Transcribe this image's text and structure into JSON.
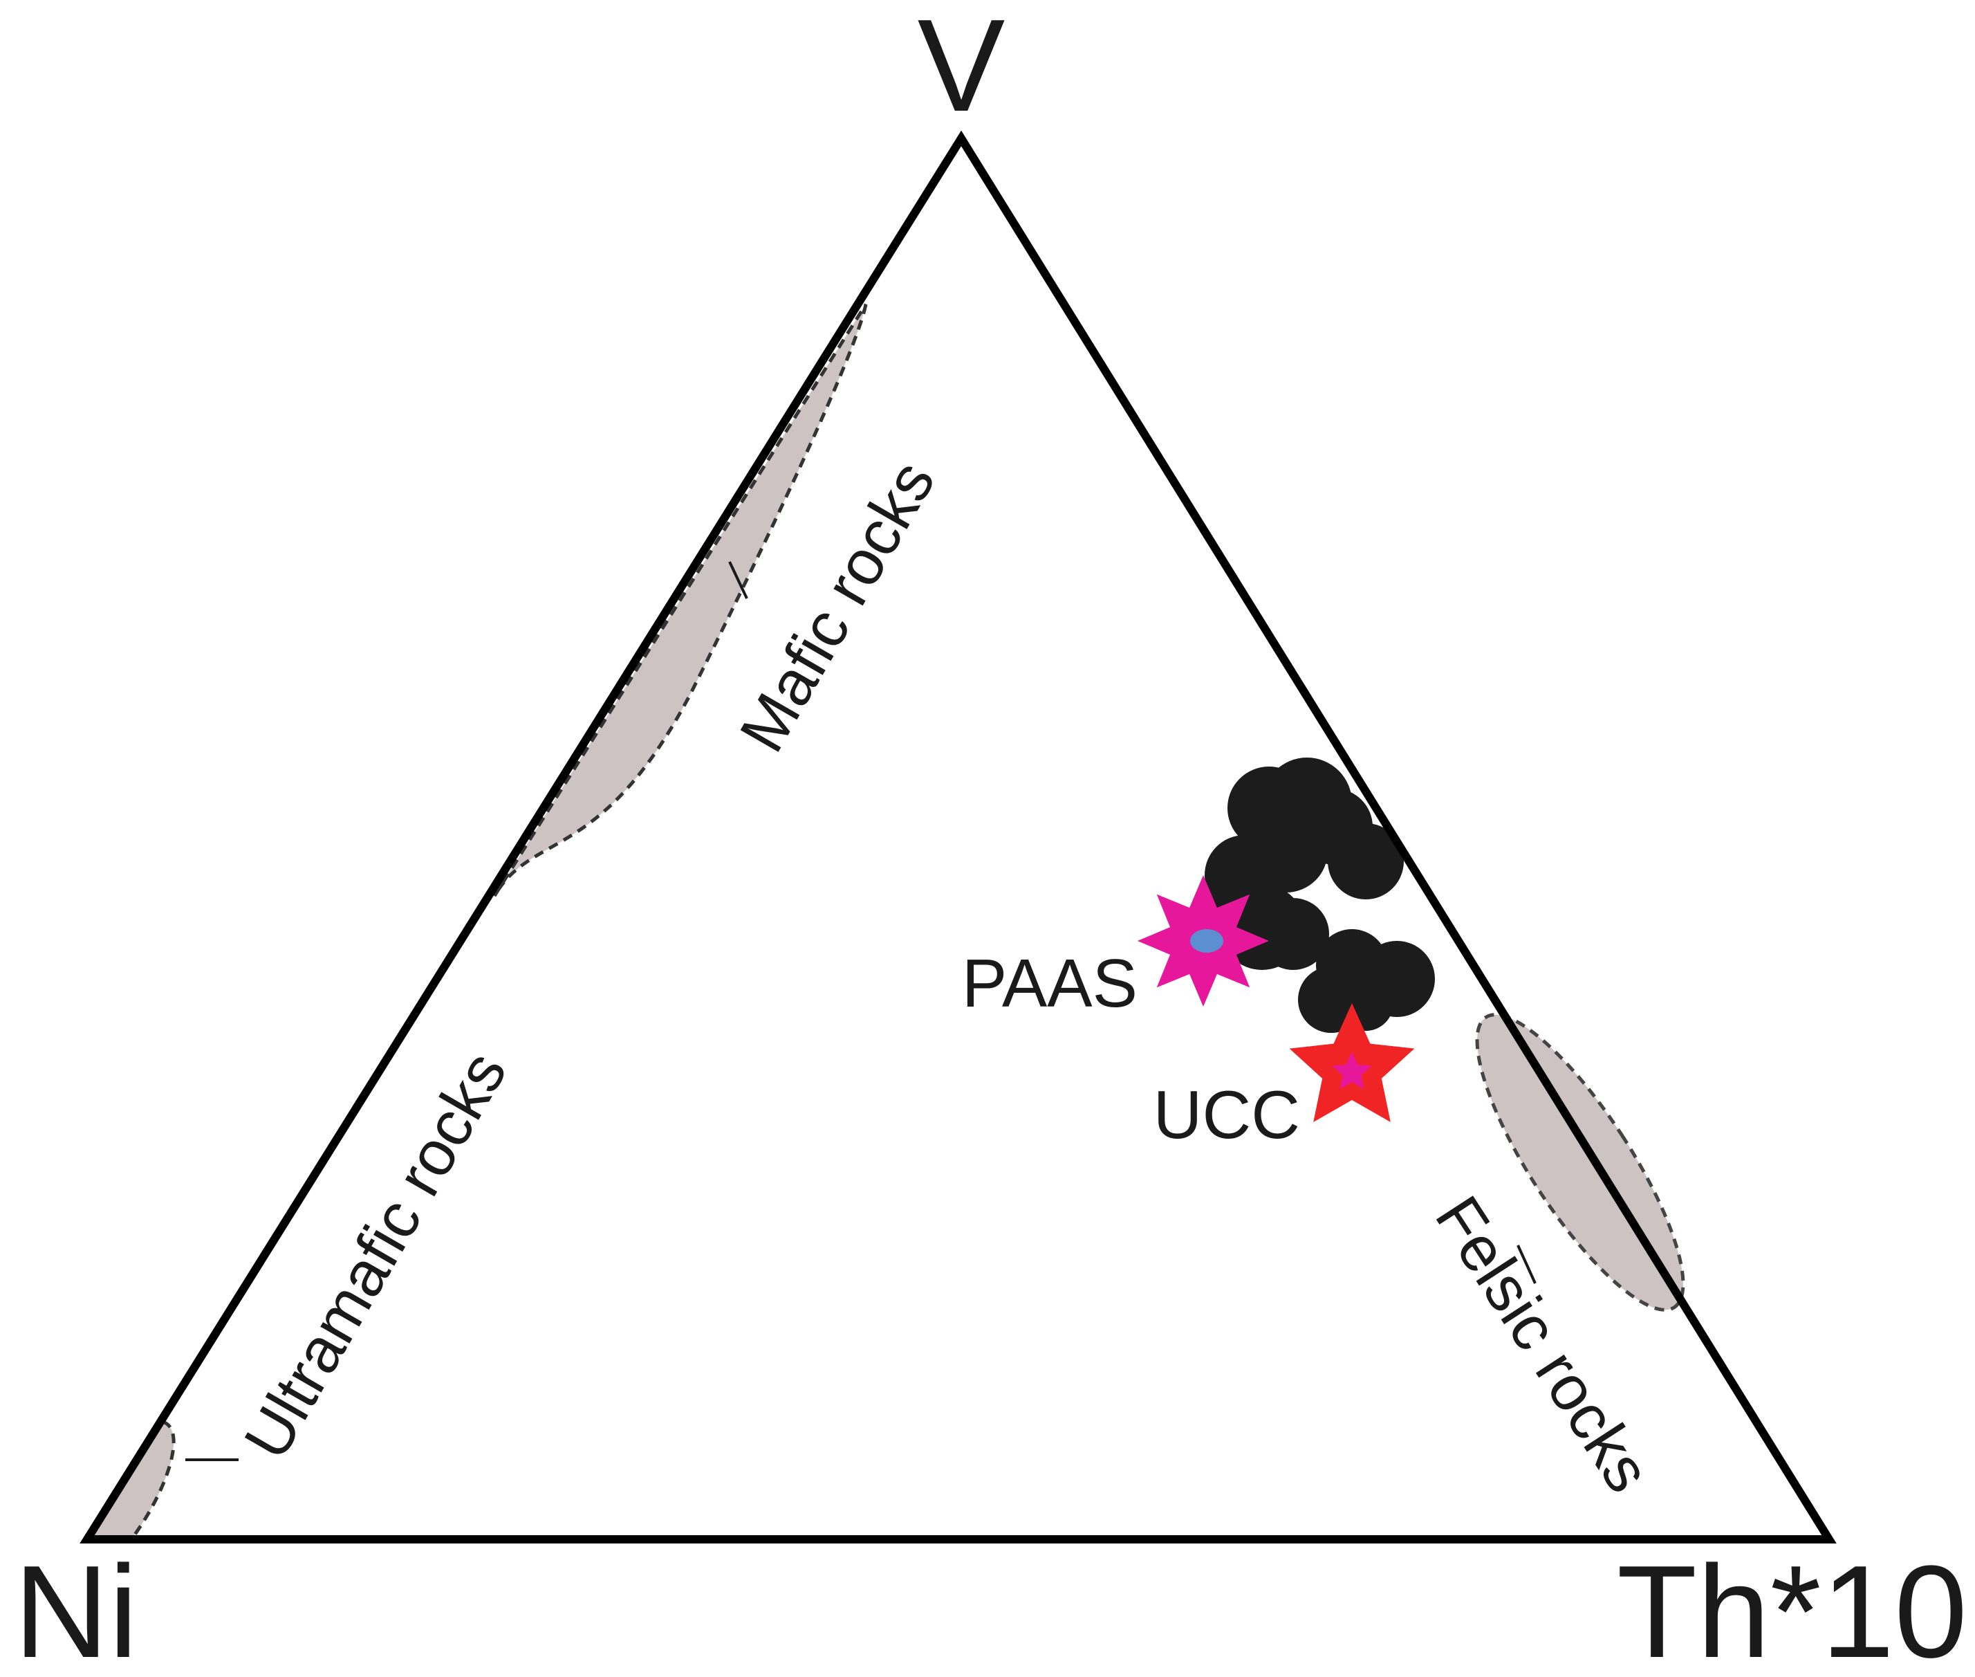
{
  "chart_data": {
    "type": "ternary",
    "apex_labels": {
      "top": "V",
      "left": "Ni",
      "right": "Th*10"
    },
    "fields": [
      {
        "name": "Mafic rocks",
        "label": "Mafic rocks"
      },
      {
        "name": "Ultramafic rocks",
        "label": "Ultramafic rocks"
      },
      {
        "name": "Felsic rocks",
        "label": "Felsic rocks"
      }
    ],
    "reference_points": [
      {
        "name": "PAAS",
        "label": "PAAS",
        "marker": "8-point star",
        "color": "#e6179a",
        "inner_color": "#5b8fd1"
      },
      {
        "name": "UCC",
        "label": "UCC",
        "marker": "5-point star",
        "color": "#f02424",
        "inner_color": "#e6179a"
      }
    ],
    "sample_cluster_color": "#1c1c1c",
    "field_color": "#cdc3c3",
    "grid": false
  }
}
